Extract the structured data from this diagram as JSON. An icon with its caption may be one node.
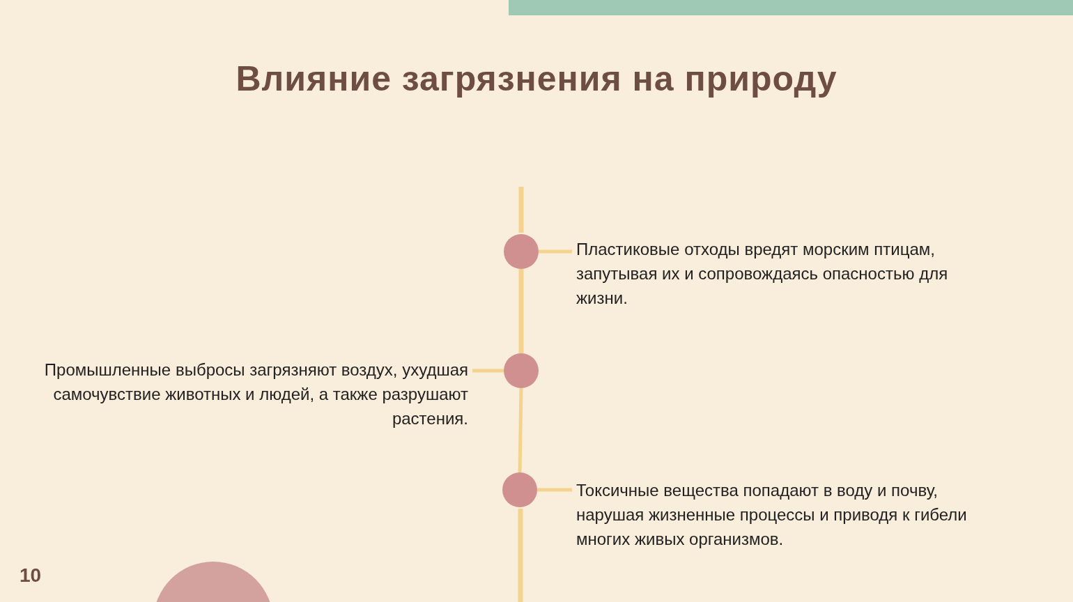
{
  "diagram": {
    "title": "Влияние загрязнения на природу",
    "nodes": [
      {
        "text": [],
        "shape": "circle"
      },
      {
        "text": [
          "Пластиковые отходы вредят морским птицам, запутывая их и сопровождаясь опасностью для жизни."
        ]
      },
      {
        "text": [
          "Промышленные выбросы загрязняют воздух, ухудшая самочувствие животных и людей, а также разрушают растения."
        ]
      },
      {
        "text": [],
        "shape": "circle"
      },
      {
        "text": [],
        "shape": "circle"
      },
      {
        "text": [
          "Токсичные вещества попадают в воду и почву, нарушая жизненные процессы и приводя к гибели многих живых организмов."
        ]
      }
    ],
    "edges": [
      {
        "from": 0,
        "to": 1,
        "arrow": "none"
      },
      {
        "from": 3,
        "to": 2,
        "arrow": "none"
      },
      {
        "from": 4,
        "to": 5,
        "arrow": "none"
      },
      {
        "from": 0,
        "to": 3,
        "arrow": "none"
      },
      {
        "from": 3,
        "to": 4,
        "arrow": "none"
      }
    ],
    "labels": [
      "10"
    ]
  }
}
